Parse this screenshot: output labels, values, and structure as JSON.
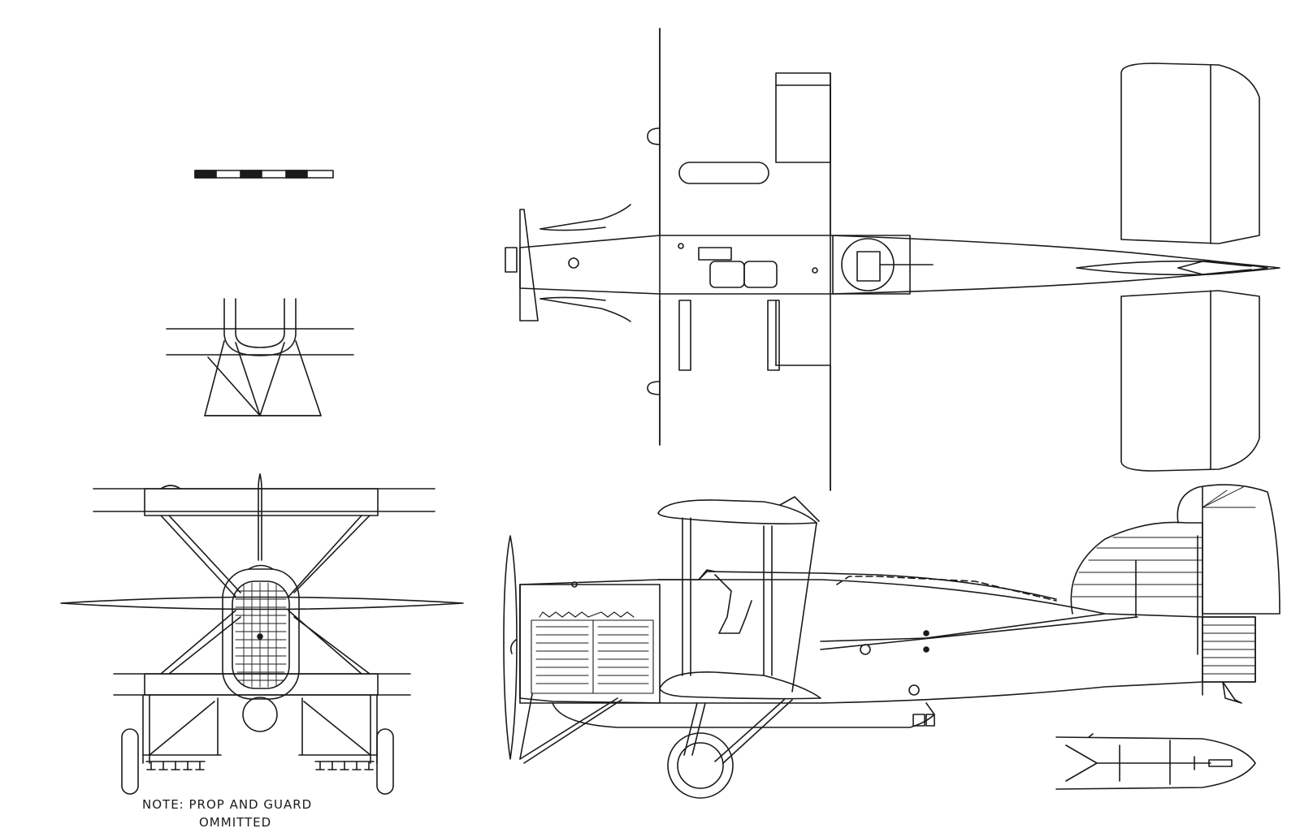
{
  "drawing": {
    "subject": "biplane three-view general arrangement",
    "ink_color": "#1a1a1a",
    "paper_color": "#ffffff",
    "views": [
      "plan-view",
      "front-view",
      "side-view",
      "undercarriage-detail",
      "tailplane-section"
    ],
    "note": {
      "line1": "NOTE: PROP AND GUARD",
      "line2": "OMMITTED"
    }
  }
}
